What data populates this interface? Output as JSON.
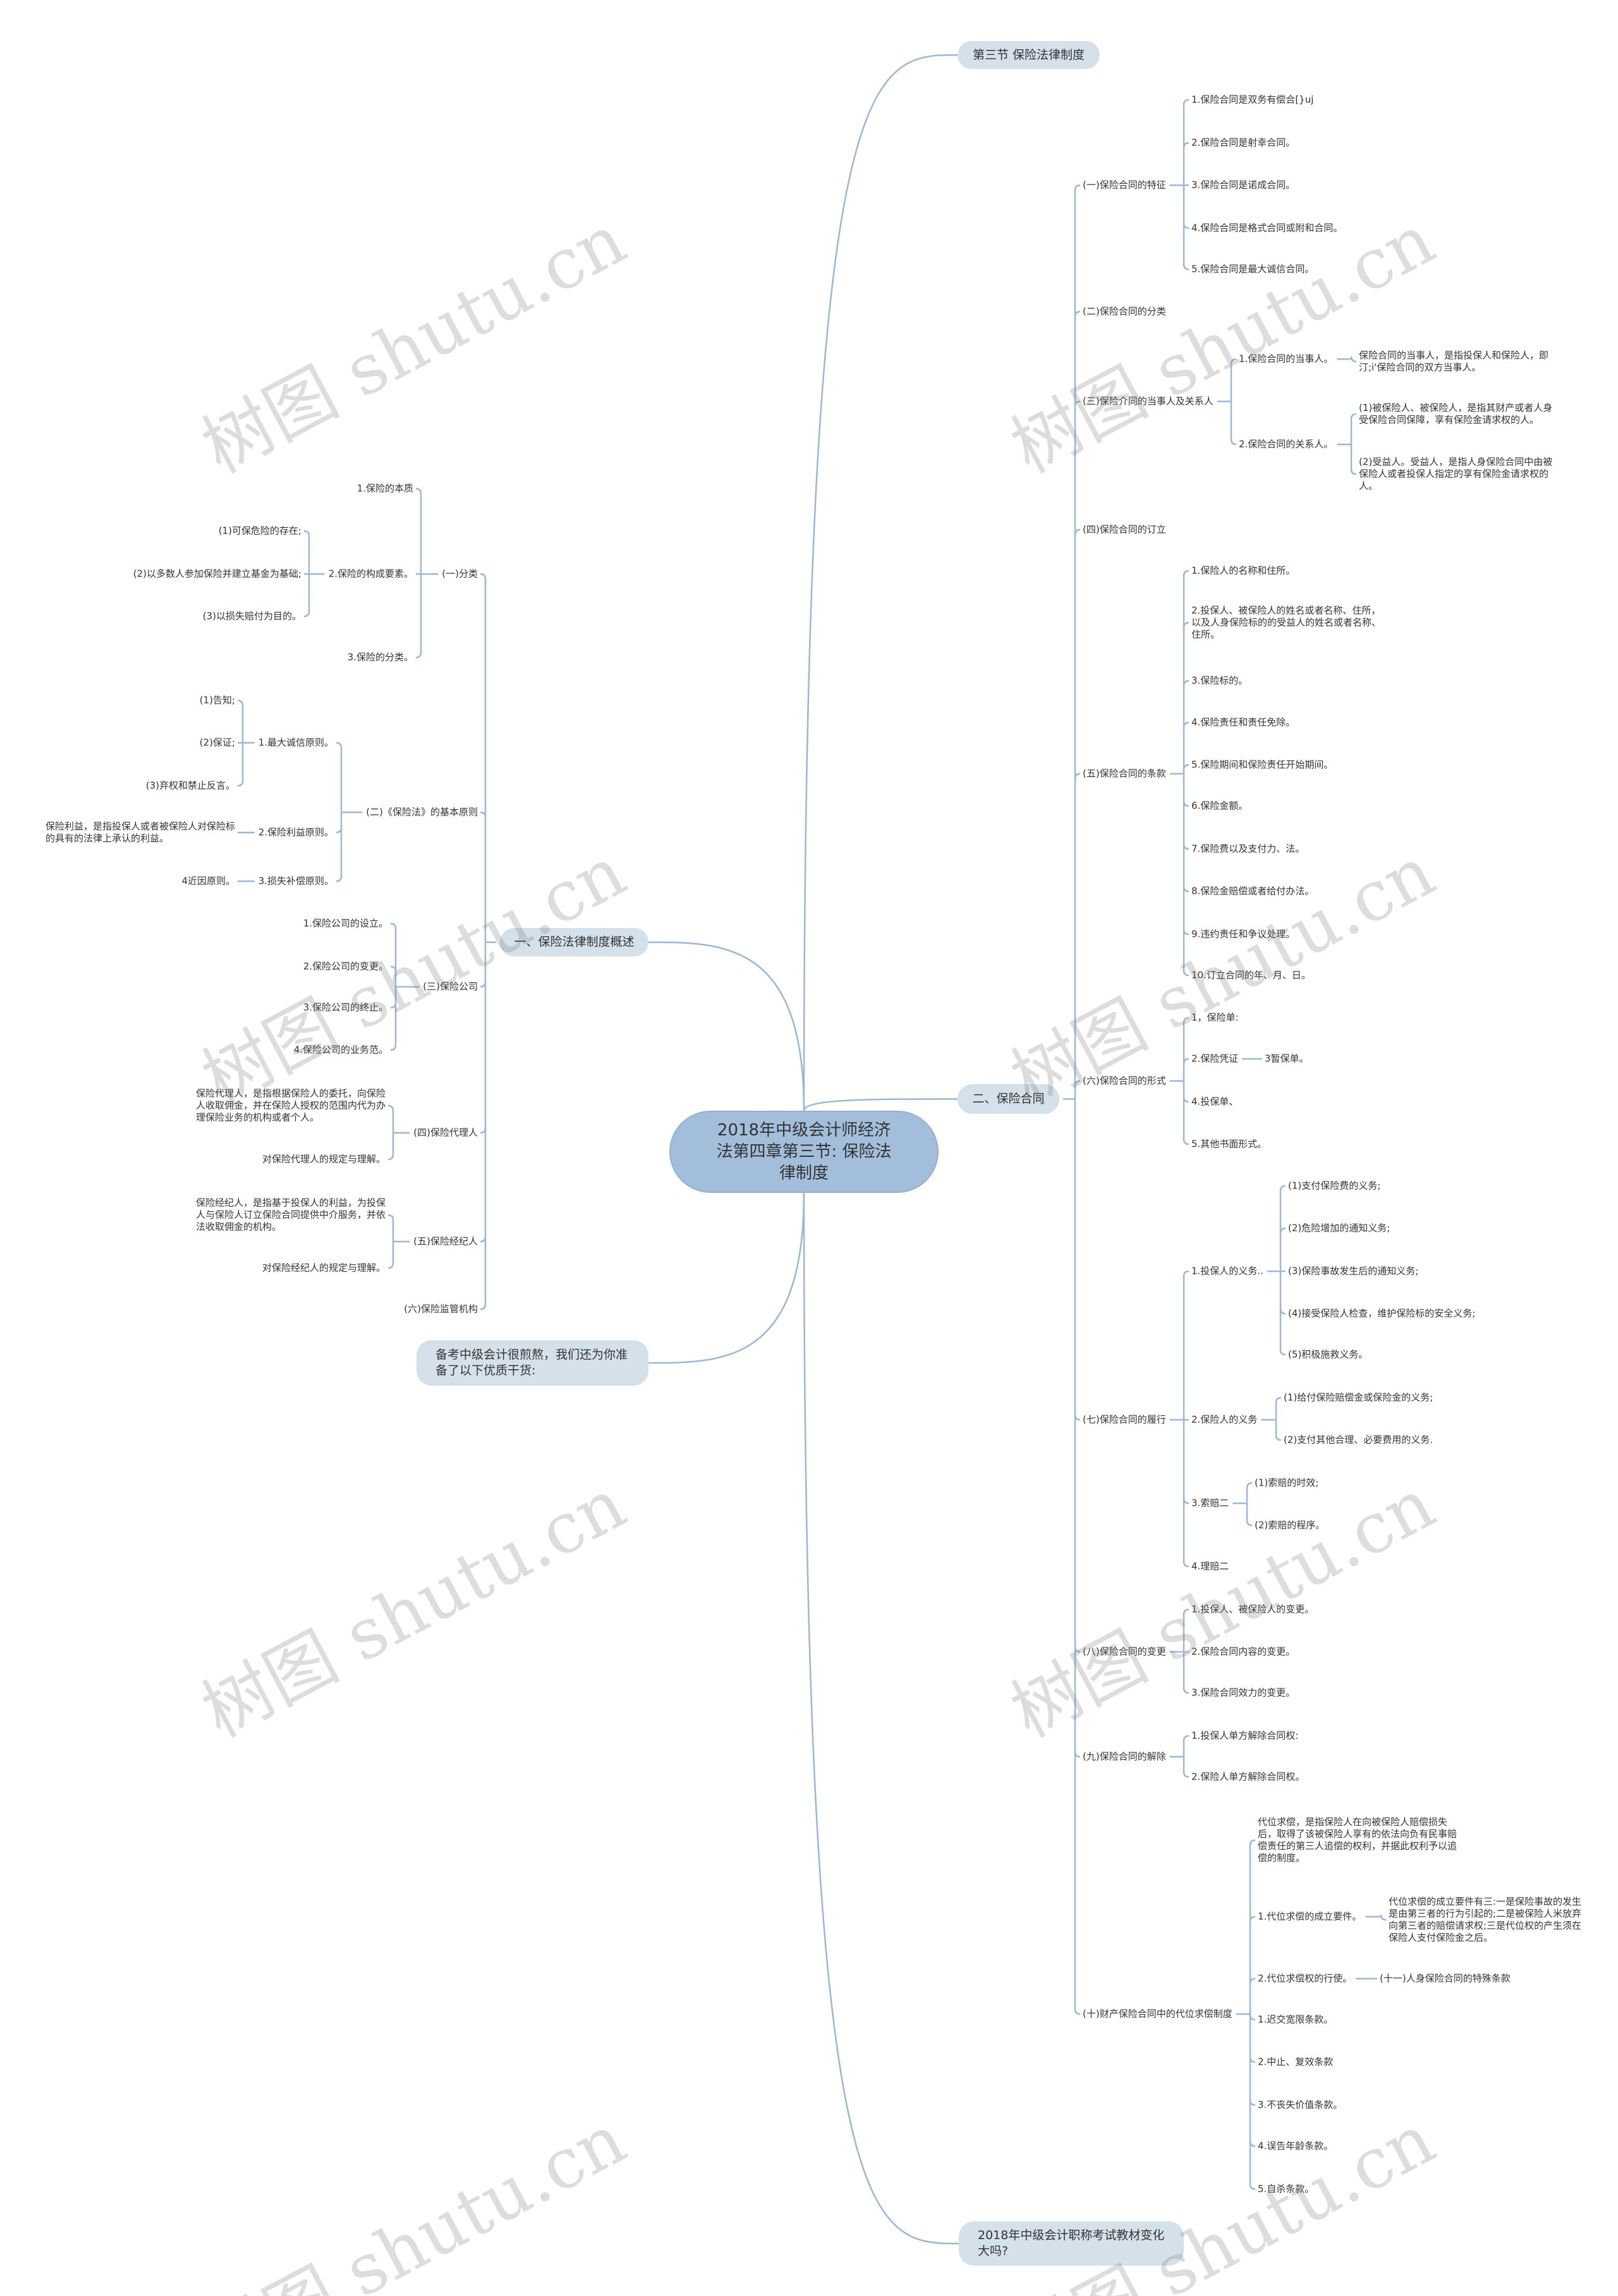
{
  "root": "2018年中级会计师经济法第四章第三节: 保险法律制度",
  "branches": {
    "b1": "第三节 保险法律制度",
    "b2": "二、保险合同",
    "b3": "一、保险法律制度概述",
    "b4": "备考中级会计很煎熬，我们还为你准备了以下优质干货:",
    "b5": "2018年中级会计职称考试教材变化大吗?"
  },
  "contract": {
    "s1": {
      "label": "(一)保险合同的特征",
      "items": [
        "1.保险合同是双务有偿合[}uj",
        "2.保险合同是射幸合同。",
        "3.保险合同是诺成合同。",
        "4.保险合同是格式合同或附和合同。",
        "5.保险合同是最大诚信合同。"
      ]
    },
    "s2": {
      "label": "(二)保险合同的分类"
    },
    "s3": {
      "label": "(三)保险介同的当事人及关系人",
      "items": [
        {
          "label": "1.保险合同的当事人。",
          "note": "保险合同的当事人，是指投保人和保险人，即汀;i'保险合同的双方当事人。"
        },
        {
          "label": "2.保险合同的关系人。",
          "items": [
            "(1)被保险人、被保险人，是指其财产或者人身受保险合同保障，享有保险金请求权的人。",
            "(2)受益人。受益人，是指人身保险合同中由被保险人或者投保人指定的享有保险金请求权的人。"
          ]
        }
      ]
    },
    "s4": {
      "label": "(四)保险合同的订立"
    },
    "s5": {
      "label": "(五)保险合同的条款",
      "items": [
        "1.保险人的名称和住所。",
        "2.投保人、被保险人的姓名或者名称、住所，以及人身保险标的的受益人的姓名或者名称、住所。",
        "3.保险标的。",
        "4.保险责任和责任免除。",
        "5.保险期间和保险责任开始期间。",
        "6.保险金额。",
        "7.保险费以及支付力、法。",
        "8.保险金赔偿或者给付办法。",
        "9.违约责任和争议处理。",
        "10.订立合同的年、月、日。"
      ]
    },
    "s6": {
      "label": "(六)保险合同的形式",
      "items": [
        "1，保险单:",
        "2.保险凭证",
        "4.投保单、",
        "5.其他书面形式。"
      ],
      "item1_child": "3暂保单。"
    },
    "s7": {
      "label": "(七)保险合同的履行",
      "items": [
        {
          "label": "1.投保人的义务..",
          "items": [
            "(1)支付保险费的义务;",
            "(2)危险增加的通知义务;",
            "(3)保险事故发生后的通知义务;",
            "(4)接受保险人检查，维护保险标的安全义务;",
            "(5)积极施救义务。"
          ]
        },
        {
          "label": "2.保险人的义务",
          "items": [
            "(1)给付保险赔偿金或保险金的义务;",
            "(2)支付其他合理、必要费用的义务."
          ]
        },
        {
          "label": "3.索赔二",
          "items": [
            "(1)索赔的时效;",
            "(2)索赔的程序。"
          ]
        },
        {
          "label": "4.理赔二"
        }
      ]
    },
    "s8": {
      "label": "(八)保险合同的变更",
      "items": [
        "1.投保人、被保险人的变更。",
        "2.保险合同内容的变更。",
        "3.保险合同效力的变更。"
      ]
    },
    "s9": {
      "label": "(九)保险合同的解除",
      "items": [
        "1.投保人单方解除合同权:",
        "2.保险人单方解除合同权。"
      ]
    },
    "s10": {
      "label": "(十)财产保险合同中的代位求偿制度",
      "definition": "代位求偿，是指保险人在向被保险人赔偿损失后，取得了该被保险人享有的依法向负有民事赔偿责任的第三人追偿的权利，并据此权利予以追偿的制度。",
      "items": [
        {
          "label": "1.代位求偿的成立要件。",
          "note": "代位求偿的成立要件有三:一是保险事故的发生是由第三者的行为引起的;二是被保险人米放弃向第三者的赔偿请求权;三是代位权的产生须在保险人支付保险金之后。"
        },
        {
          "label": "2.代位求偿权的行使。",
          "note": "(十一)人身保险合同的特殊条款"
        },
        {
          "label": "1.迟交宽限条款。"
        },
        {
          "label": "2.中止、复效条款"
        },
        {
          "label": "3.不丧失价值条款。"
        },
        {
          "label": "4.误告年龄条款。"
        },
        {
          "label": "5.自杀条款。"
        }
      ]
    }
  },
  "overview": {
    "l1": {
      "label": "(一)分类",
      "items": [
        {
          "label": "1.保险的本质"
        },
        {
          "label": "2.保险的构成要素。",
          "items": [
            "(1)可保危险的存在;",
            "(2)以多数人参加保险并建立基金为基础;",
            "(3)以损失赔付为目的。"
          ]
        },
        {
          "label": "3.保险的分类。"
        }
      ]
    },
    "l2": {
      "label": "(二)《保险法》的基本原则",
      "items": [
        {
          "label": "1.最大诚信原则。",
          "items": [
            "(1)告知;",
            "(2)保证;",
            "(3)弃权和禁止反言。"
          ]
        },
        {
          "label": "2.保险利益原则。",
          "note": "保险利益，是指投保人或者被保险人对保险标的具有的法律上承认的利益。"
        },
        {
          "label": "3.损失补偿原则。",
          "note": "4近因原则。"
        }
      ]
    },
    "l3": {
      "label": "(三)保险公司",
      "items": [
        "1.保险公司的设立。",
        "2.保险公司的变更。",
        "3.保险公司的终止。",
        "4.保险公司的业务范。"
      ]
    },
    "l4": {
      "label": "(四)保险代理人",
      "items": [
        "保险代理人，是指根据保险人的委托，向保险人收取佣金，并在保险人授权的范围内代为办理保险业务的机构或者个人。",
        "对保险代理人的规定与理解。"
      ]
    },
    "l5": {
      "label": "(五)保险经纪人",
      "items": [
        "保险经纪人，是指基于投保人的利益，为投保人与保险人订立保险合同提供中介服务，并依法收取佣金的机构。",
        "对保险经纪人的规定与理解。"
      ]
    },
    "l6": {
      "label": "(六)保险监管机构"
    }
  },
  "watermark": "树图 shutu.cn",
  "colors": {
    "line": "#9db7d2",
    "root": "#a3bedb",
    "branch": "#d4e0ea",
    "text": "#333333"
  }
}
